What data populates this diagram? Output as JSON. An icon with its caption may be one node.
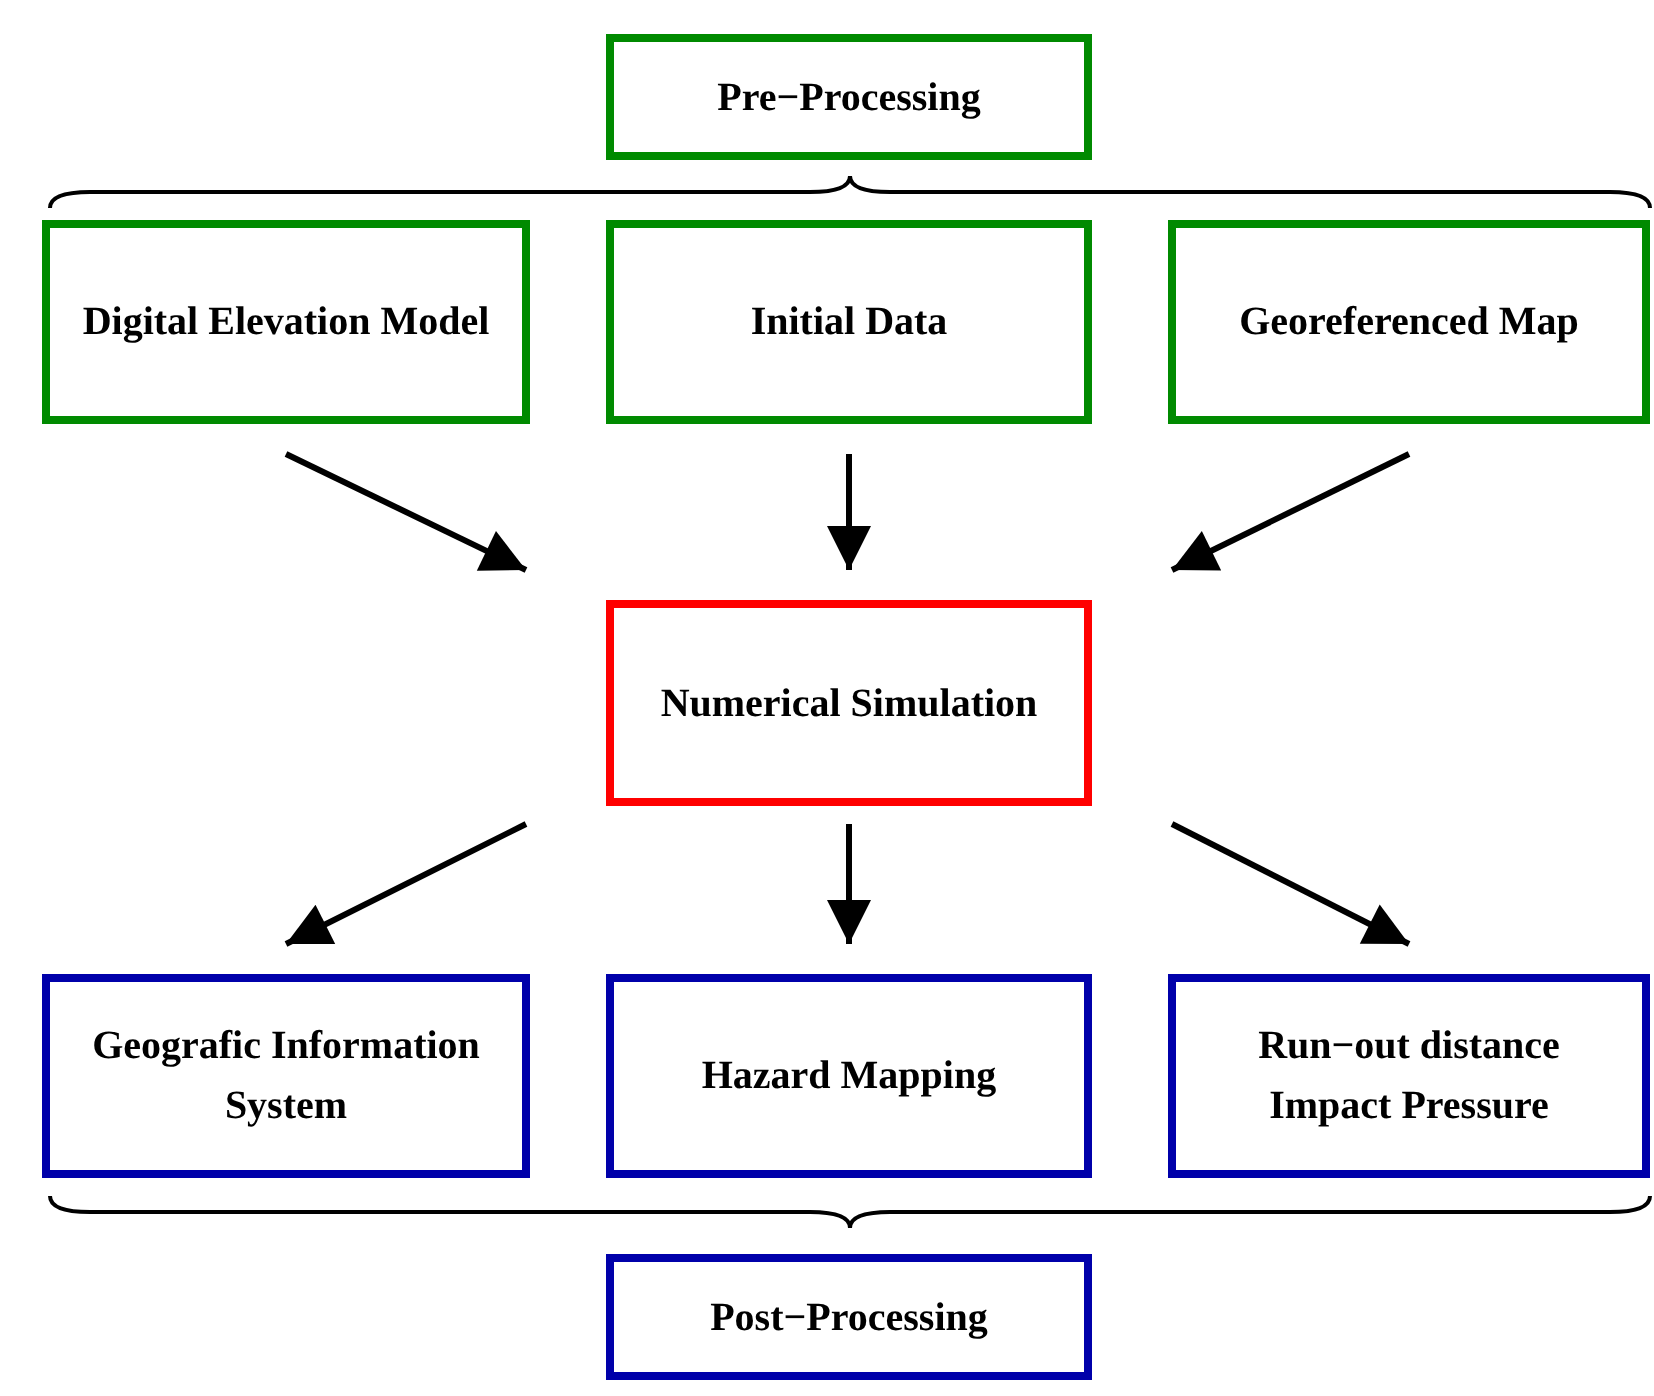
{
  "diagram": {
    "nodes": [
      {
        "text": [
          "Pre−Processing"
        ]
      },
      {
        "text": [
          "Digital Elevation Model"
        ]
      },
      {
        "text": [
          "Initial Data"
        ]
      },
      {
        "text": [
          "Georeferenced Map"
        ]
      },
      {
        "text": [
          "Numerical Simulation"
        ]
      },
      {
        "text": [
          "Geografic Information System"
        ]
      },
      {
        "text": [
          "Hazard Mapping"
        ]
      },
      {
        "text": [
          "Run−out distance",
          "Impact Pressure"
        ]
      },
      {
        "text": [
          "Post−Processing"
        ]
      }
    ],
    "edges": [
      {
        "from": 1,
        "to": 4,
        "arrow": "to"
      },
      {
        "from": 2,
        "to": 4,
        "arrow": "to"
      },
      {
        "from": 3,
        "to": 4,
        "arrow": "to"
      },
      {
        "from": 4,
        "to": 5,
        "arrow": "to"
      },
      {
        "from": 4,
        "to": 6,
        "arrow": "to"
      },
      {
        "from": 4,
        "to": 7,
        "arrow": "to"
      }
    ]
  }
}
